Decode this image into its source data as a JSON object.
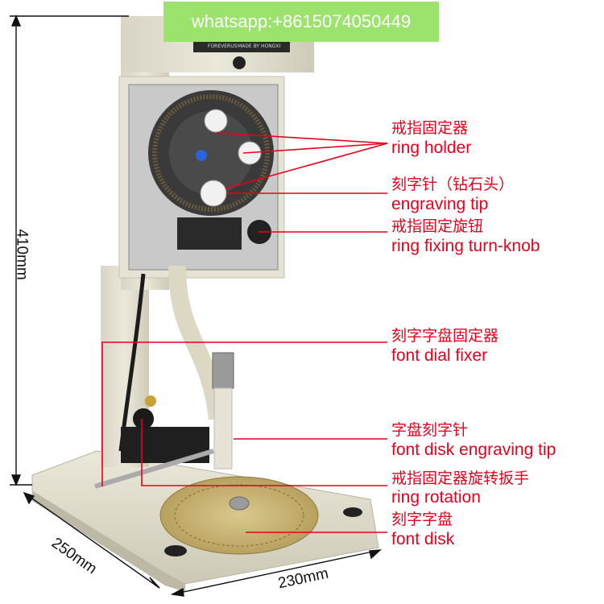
{
  "watermark": "whatsapp:+8615074050449",
  "plate": {
    "line1": "FOREVERUS",
    "line2": "MADE BY HONGXI"
  },
  "labels": [
    {
      "cn": "戒指固定器",
      "en": "ring holder"
    },
    {
      "cn": "刻字针（钻石头）",
      "en": "engraving tip"
    },
    {
      "cn": "戒指固定旋钮",
      "en": "ring fixing turn-knob"
    },
    {
      "cn": "刻字字盘固定器",
      "en": "font dial fixer"
    },
    {
      "cn": "字盘刻字针",
      "en": "font disk engraving tip"
    },
    {
      "cn": "戒指固定器旋转扳手",
      "en": "ring rotation"
    },
    {
      "cn": "刻字字盘",
      "en": "font disk"
    }
  ],
  "dimensions": {
    "height": "410mm",
    "depth": "250mm",
    "width": "230mm"
  },
  "colors": {
    "label": "#e8001c",
    "machine": "#e4e1d2",
    "gear": "#3a3a3a",
    "disk": "#c9b57a",
    "watermark_bg": "#9be36d"
  }
}
